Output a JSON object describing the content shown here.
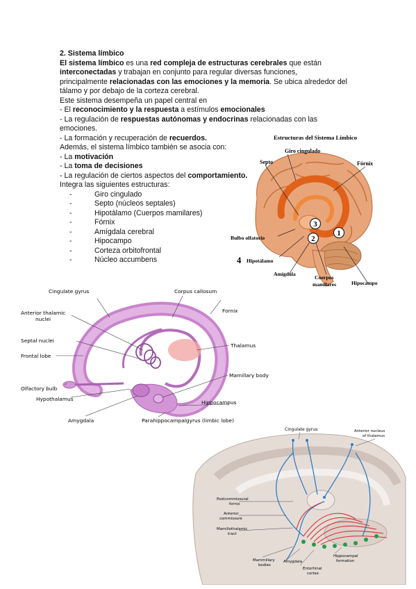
{
  "section": {
    "title": "2. Sistema límbico",
    "p1": [
      {
        "t": "El ",
        "b": true
      },
      {
        "t": "sistema límbico",
        "b": true
      },
      {
        "t": " es una ",
        "b": false
      },
      {
        "t": "red compleja de estructuras cerebrales",
        "b": true
      },
      {
        "t": " que están",
        "b": false
      }
    ],
    "lines": [
      [
        {
          "t": "El sistema límbico",
          "b": true
        },
        {
          "t": " es una ",
          "b": false
        },
        {
          "t": "red compleja de estructuras cerebrales",
          "b": true
        },
        {
          "t": " que están",
          "b": false
        }
      ],
      [
        {
          "t": "interconectadas",
          "b": true
        },
        {
          "t": " y trabajan en conjunto para regular diversas funciones,",
          "b": false
        }
      ],
      [
        {
          "t": "principalmente ",
          "b": false
        },
        {
          "t": "relacionadas con las emociones y la memoria",
          "b": true
        },
        {
          "t": ". Se ubica alrededor del",
          "b": false
        }
      ],
      [
        {
          "t": "tálamo y por debajo de la corteza cerebral.",
          "b": false
        }
      ],
      [
        {
          "t": "Este sistema desempeña un papel central en",
          "b": false
        }
      ],
      [
        {
          "t": "- El ",
          "b": false
        },
        {
          "t": "reconocimiento y la respuesta",
          "b": true
        },
        {
          "t": " a estímulos ",
          "b": false
        },
        {
          "t": "emocionales",
          "b": true
        }
      ],
      [
        {
          "t": "- La regulación de ",
          "b": false
        },
        {
          "t": "respuestas autónomas y endocrinas",
          "b": true
        },
        {
          "t": " relacionadas con las",
          "b": false
        }
      ],
      [
        {
          "t": "emociones.",
          "b": false
        }
      ],
      [
        {
          "t": "- La formación y recuperación de ",
          "b": false
        },
        {
          "t": "recuerdos.",
          "b": true
        }
      ],
      [
        {
          "t": "Además, el sistema límbico también se asocia con:",
          "b": false
        }
      ],
      [
        {
          "t": "- La ",
          "b": false
        },
        {
          "t": "motivación",
          "b": true
        }
      ],
      [
        {
          "t": "- La ",
          "b": false
        },
        {
          "t": "toma de decisiones",
          "b": true
        }
      ],
      [
        {
          "t": "- La regulación de ciertos aspectos del ",
          "b": false
        },
        {
          "t": "comportamiento.",
          "b": true
        }
      ],
      [
        {
          "t": "Integra las siguientes estructuras:",
          "b": false
        }
      ]
    ],
    "structures": [
      "Giro cingulado",
      "Septo (núcleos septales)",
      "Hipotálamo (Cuerpos mamilares)",
      "Fórnix",
      "Amígdala cerebral",
      "Hipocampo",
      "Corteza orbitofrontal",
      "Núcleo accumbens"
    ],
    "dash": "-"
  },
  "fig1": {
    "title": "Estructuras del Sistema Límbico",
    "labels": {
      "giro": "Giro cingulado",
      "septo": "Septo",
      "fornix": "Fórnix",
      "bulbo": "Bulbo olfatorio",
      "hipot": "Hipotálamo",
      "hipot_num": "4",
      "amig": "Amígdala",
      "cuerpos1": "Cuerpos",
      "cuerpos2": "mamilares",
      "hipoc": "Hipocampo",
      "n1": "1",
      "n2": "2",
      "n3": "3"
    },
    "colors": {
      "cortex": "#e8a274",
      "limbic": "#e0611a",
      "cerebellum": "#c98a5a"
    }
  },
  "fig2": {
    "labels": {
      "cingulate": "Cingulate gyrus",
      "corpus": "Corpus callosum",
      "ant1": "Anterior thalamic",
      "ant2": "nuclei",
      "fornix": "Fornix",
      "septal": "Septal nuclei",
      "thalamus": "Thalamus",
      "frontal": "Frontal lobe",
      "mamillary": "Mamillary body",
      "olfactory": "Olfactory bulb",
      "hypothalamus": "Hypothalamus",
      "hippocampus": "Hippocampus",
      "amygdala": "Amygdala",
      "parahip": "Parahippocampalgyrus (limbic lobe)"
    },
    "colors": {
      "limbic": "#d69ad8",
      "dark": "#a962b0"
    }
  },
  "fig3": {
    "labels": {
      "cingulate": "Cingulate gyrus",
      "ant1": "Anterior nucleus",
      "ant2": "of thalamus",
      "post1": "Postcommissural",
      "post2": "fornix",
      "antc1": "Anterior",
      "antc2": "commissure",
      "mam1": "Mamillothalamic",
      "mam2": "tract",
      "mb1": "Mammillary",
      "mb2": "bodies",
      "amyg": "Amygdala",
      "ento1": "Entorhinal",
      "ento2": "cortex",
      "hipf1": "Hippocampal",
      "hipf2": "formation"
    },
    "colors": {
      "blue": "#2f7fc1",
      "red": "#d2303a",
      "green": "#2a9a4a"
    }
  }
}
